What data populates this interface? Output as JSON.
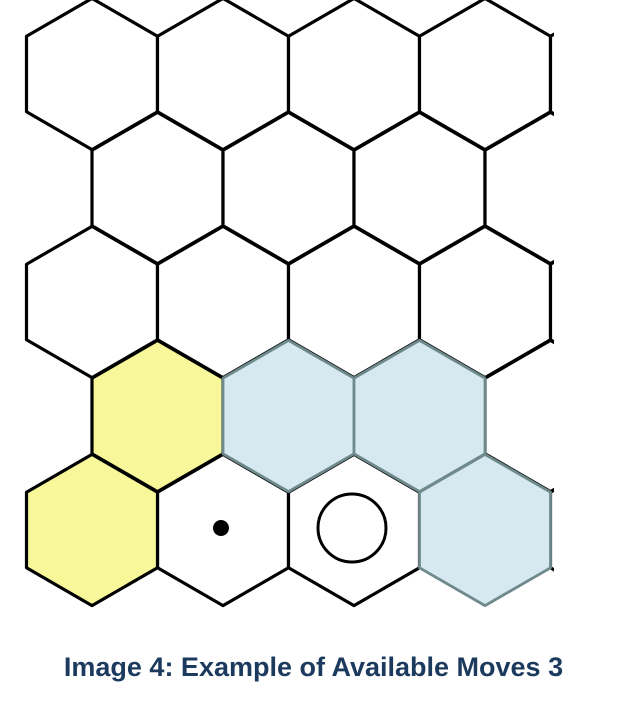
{
  "caption": "Image 4: Example of Available Moves 3",
  "colors": {
    "empty": "#ffffff",
    "yellow_highlight": "#f8f89a",
    "blue_highlight": "#d6e9f0",
    "caption_text": "#1c3a5e"
  },
  "rows": [
    [
      "empty",
      "empty",
      "empty",
      "empty",
      "empty"
    ],
    [
      "empty",
      "empty",
      "empty",
      "empty"
    ],
    [
      "empty",
      "empty",
      "empty",
      "empty",
      "empty"
    ],
    [
      "yellow",
      "blue",
      "blue",
      "empty"
    ],
    [
      "yellow",
      "dot",
      "ring",
      "blue",
      "empty"
    ]
  ]
}
